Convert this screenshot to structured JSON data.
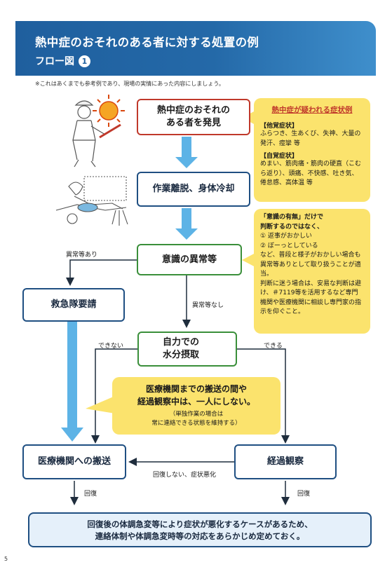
{
  "header": {
    "title": "熱中症のおそれのある者に対する処置の例",
    "subtitle": "フロー図",
    "number": "1"
  },
  "note": "※これはあくまでも参考例であり、現場の実情にあった内容にしましょう。",
  "nodes": {
    "discover": "熱中症のおそれの\nある者を発見",
    "cooling": "作業離脱、身体冷却",
    "consciousness": "意識の異常等",
    "ambulance": "救急隊要請",
    "hydration": "自力での\n水分摂取",
    "transport": "医療機関への搬送",
    "observe": "経過観察"
  },
  "symptoms": {
    "title": "熱中症が疑われる症状例",
    "other_heading": "【他覚症状】",
    "other_text": "ふらつき、生あくび、失神、大量の発汗、痙攣 等",
    "self_heading": "【自覚症状】",
    "self_text": "めまい、筋肉痛・筋肉の硬直（こむら返り）、頭痛、不快感、吐き気、倦怠感、高体温 等"
  },
  "consciousness_note": {
    "bold": "「意識の有無」だけで\n判断するのではなく、",
    "items": [
      "① 返事がおかしい",
      "② ぼーっとしている"
    ],
    "text1": "など、普段と様子がおかしい場合も異常等ありとして取り扱うことが適当。",
    "text2": "判断に迷う場合は、安易な判断は避け、＃7119等を活用するなど専門機関や医療機関に相談し専門家の指示を仰ぐこと。"
  },
  "middle_note": {
    "main": "医療機関までの搬送の間や\n経過観察中は、一人にしない。",
    "sub": "（単独作業の場合は\n常に連絡できる状態を維持する）"
  },
  "labels": {
    "abnormal_yes": "異常等あり",
    "abnormal_no": "異常等なし",
    "cannot": "できない",
    "can": "できる",
    "not_recovered": "回復しない、症状悪化",
    "recovered_left": "回復",
    "recovered_right": "回復"
  },
  "final_note": "回復後の体調急変等により症状が悪化するケースがあるため、\n連絡体制や体調急変時等の対応をあらかじめ定めておく。",
  "page_number": "5",
  "colors": {
    "header_blue": "#1f5f9e",
    "arrow_blue": "#5db3e6",
    "yellow": "#fbe36d",
    "red": "#c0392b",
    "green": "#3a8f3a"
  },
  "icons": [
    "sun-icon",
    "worker-illustration",
    "cooling-illustration",
    "water-bottle-icon"
  ]
}
